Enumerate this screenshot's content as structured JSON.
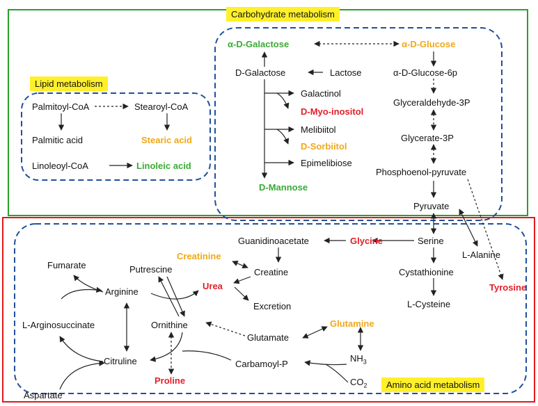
{
  "colors": {
    "plain": "#111111",
    "red": "#e0202a",
    "orange": "#f0a818",
    "green": "#3aaa35",
    "highlight": "#fff02a",
    "carb_frame": "#2aa02a",
    "amino_frame": "#e01818",
    "dashed_frame": "#1f4f9a"
  },
  "sections": {
    "carbohydrate": "Carbohydrate metabolism",
    "lipid": "Lipid metabolism",
    "amino": "Amino acid metabolism"
  },
  "nodes": {
    "a_galactose": "α-D-Galactose",
    "a_glucose": "α-D-Glucose",
    "d_galactose": "D-Galactose",
    "lactose": "Lactose",
    "glucose_6p": "α-D-Glucose-6p",
    "galactinol": "Galactinol",
    "myo_inositol": "D-Myo-inositol",
    "glyceraldehyde_3p": "Glyceraldehyde-3P",
    "melibiitol": "Melibiitol",
    "sorbiitol": "D-Sorbiitol",
    "glycerate_3p": "Glycerate-3P",
    "epimelibiose": "Epimelibiose",
    "pep": "Phosphoenol-pyruvate",
    "mannose": "D-Mannose",
    "pyruvate": "Pyruvate",
    "palmitoyl_coa": "Palmitoyl-CoA",
    "stearoyl_coa": "Stearoyl-CoA",
    "palmitic_acid": "Palmitic acid",
    "stearic_acid": "Stearic acid",
    "linoleoyl_coa": "Linoleoyl-CoA",
    "linoleic_acid": "Linoleic acid",
    "guanidinoacetate": "Guanidinoacetate",
    "glycine": "Glycine",
    "serine": "Serine",
    "alanine": "L-Alanine",
    "creatinine": "Creatinine",
    "creatine": "Creatine",
    "fumarate": "Fumarate",
    "putrescine": "Putrescine",
    "arginine": "Arginine",
    "urea": "Urea",
    "excretion": "Excretion",
    "cystathionine": "Cystathionine",
    "tyrosine": "Tyrosine",
    "cysteine": "L-Cysteine",
    "arginosuccinate": "L-Arginosuccinate",
    "ornithine": "Ornithine",
    "glutamine": "Glutamine",
    "glutamate": "Glutamate",
    "nh3": "NH3",
    "citruline": "Citruline",
    "carbamoyl_p": "Carbamoyl-P",
    "aspartate": "Aspartate",
    "proline": "Proline",
    "co2": "CO2"
  }
}
